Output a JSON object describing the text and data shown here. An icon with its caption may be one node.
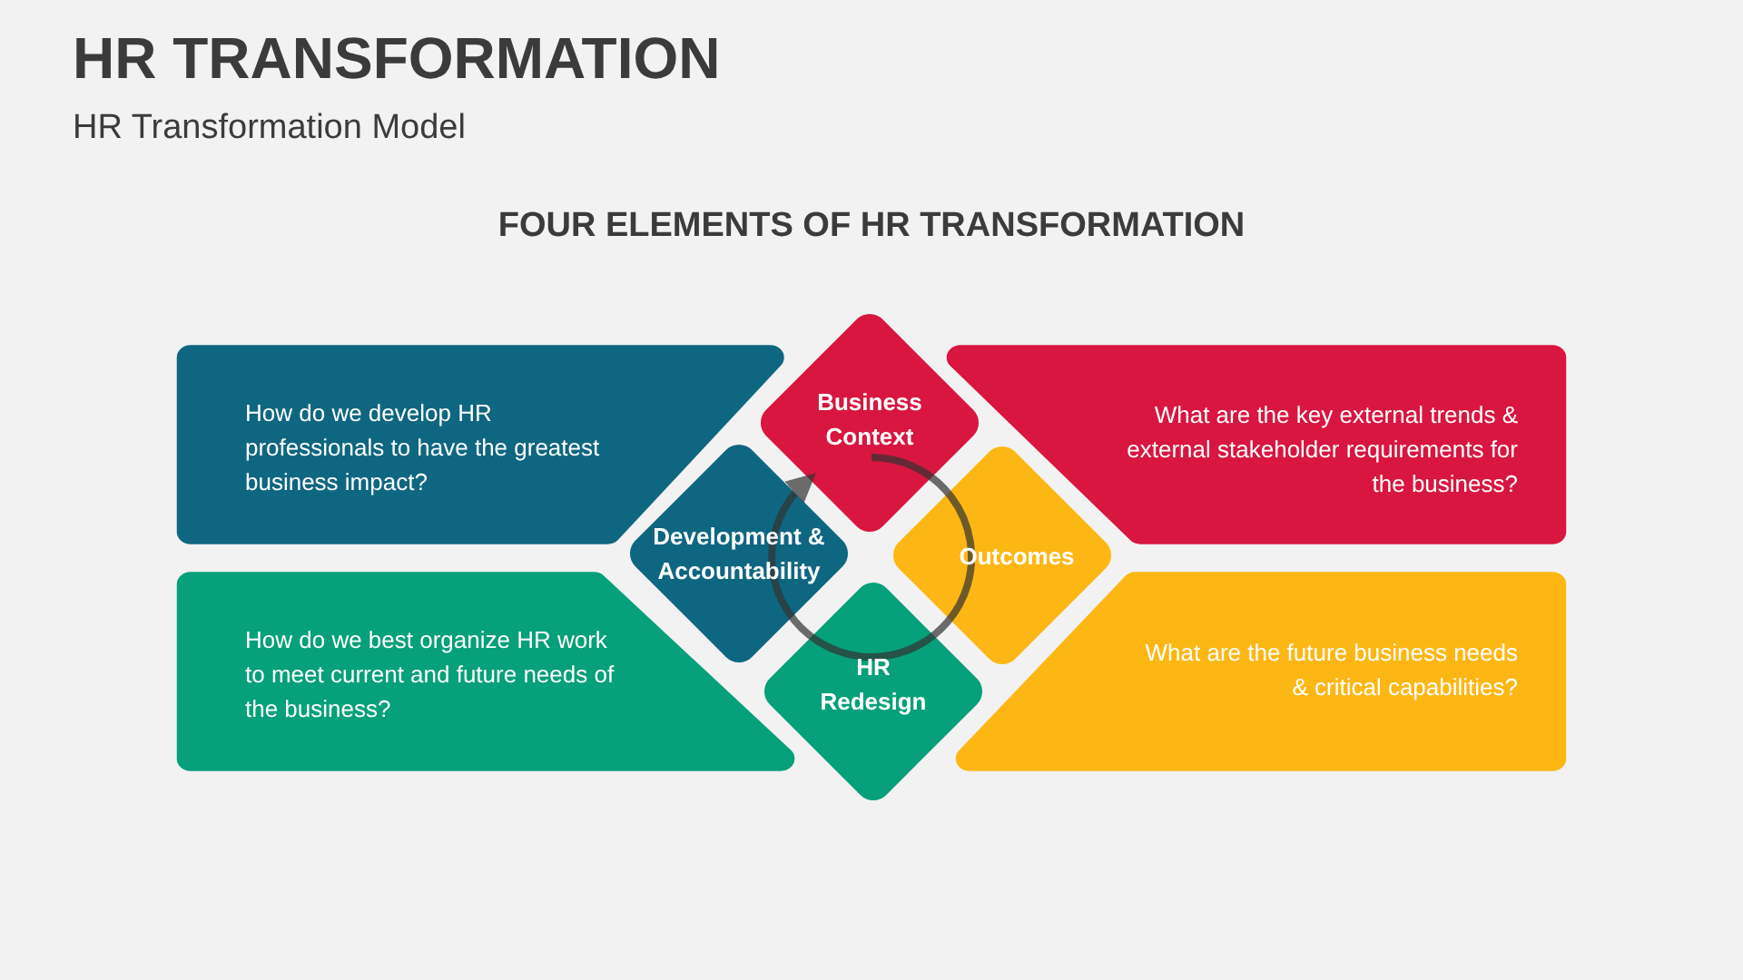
{
  "diagram": {
    "title": "HR TRANSFORMATION",
    "caption": "HR Transformation Model",
    "labels": [
      "FOUR ELEMENTS OF HR TRANSFORMATION"
    ],
    "nodes": [
      {
        "text": [
          "How do we develop HR professionals to have the greatest business impact?"
        ]
      },
      {
        "text": [
          "What are the key external trends & external stakeholder requirements for the business?"
        ]
      },
      {
        "text": [
          "How do we best organize HR work to meet current and future needs of the business?"
        ]
      },
      {
        "text": [
          "What are the future business needs & critical capabilities?"
        ]
      },
      {
        "text": [
          "Business Context"
        ]
      },
      {
        "text": [
          "Development & Accountability"
        ]
      },
      {
        "text": [
          "Outcomes"
        ]
      },
      {
        "text": [
          "HR Redesign"
        ]
      }
    ]
  }
}
